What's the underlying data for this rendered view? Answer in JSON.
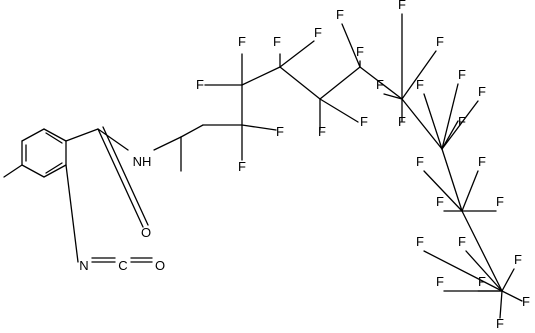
{
  "structure": {
    "atom_labels": {
      "nh": "NH",
      "o_amide": "O",
      "n_iso": "N",
      "c_iso": "C",
      "o_iso": "O",
      "f": "F"
    },
    "bond_color": "#000000",
    "background": "#ffffff"
  }
}
